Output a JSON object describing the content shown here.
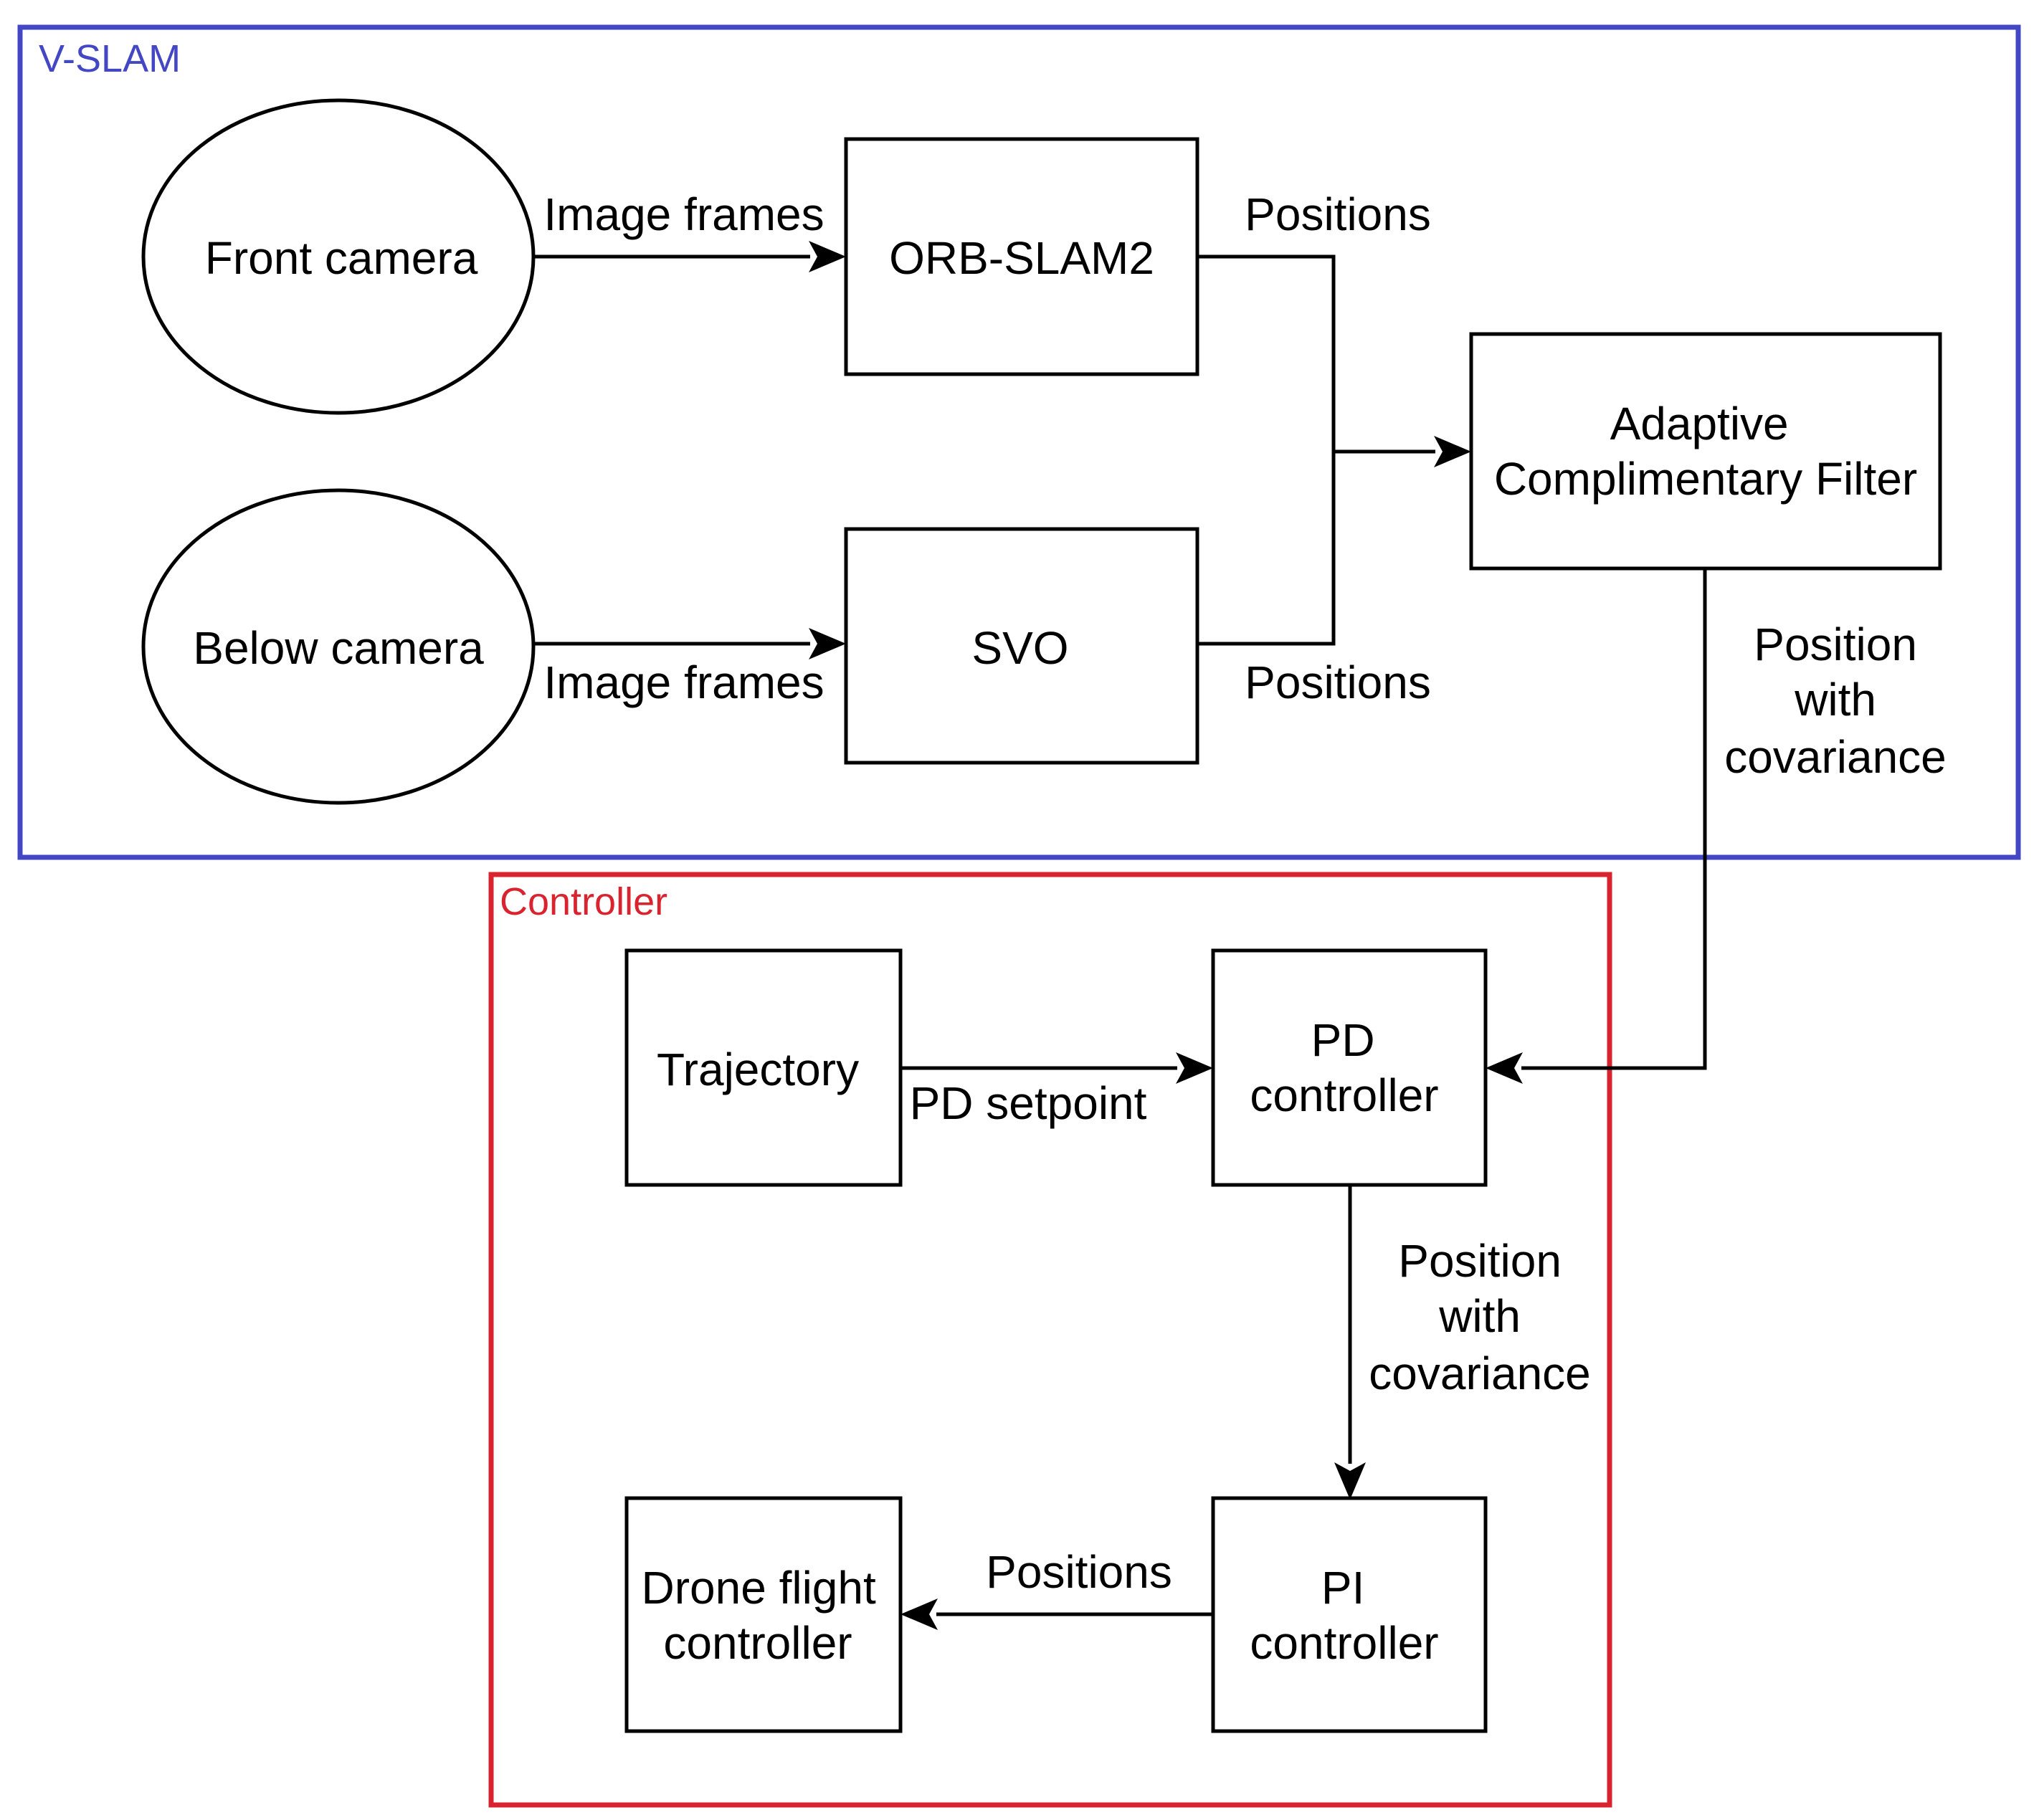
{
  "groups": {
    "vslam": {
      "label": "V-SLAM",
      "color": "#4347C4"
    },
    "controller": {
      "label": "Controller",
      "color": "#D9242F"
    }
  },
  "nodes": {
    "front_camera": {
      "label": "Front camera",
      "shape": "ellipse"
    },
    "below_camera": {
      "label": "Below camera",
      "shape": "ellipse"
    },
    "orb_slam2": {
      "label": "ORB-SLAM2",
      "shape": "rect"
    },
    "svo": {
      "label": "SVO",
      "shape": "rect"
    },
    "adaptive_filter": {
      "label": [
        "Adaptive",
        "Complimentary Filter"
      ],
      "shape": "rect"
    },
    "trajectory": {
      "label": "Trajectory",
      "shape": "rect"
    },
    "pd_controller": {
      "label": [
        "PD",
        "controller"
      ],
      "shape": "rect"
    },
    "pi_controller": {
      "label": [
        "PI",
        "controller"
      ],
      "shape": "rect"
    },
    "drone_flight_controller": {
      "label": [
        "Drone flight",
        "controller"
      ],
      "shape": "rect"
    }
  },
  "edges": {
    "front_to_orb": {
      "from": "Front camera",
      "to": "ORB-SLAM2",
      "label": "Image frames"
    },
    "below_to_svo": {
      "from": "Below camera",
      "to": "SVO",
      "label": "Image frames"
    },
    "orb_to_filter": {
      "from": "ORB-SLAM2",
      "to": "Adaptive Complimentary Filter",
      "label": "Positions"
    },
    "svo_to_filter": {
      "from": "SVO",
      "to": "Adaptive Complimentary Filter",
      "label": "Positions"
    },
    "filter_to_pd": {
      "from": "Adaptive Complimentary Filter",
      "to": "PD controller",
      "label": [
        "Position",
        "with",
        "covariance"
      ]
    },
    "traj_to_pd": {
      "from": "Trajectory",
      "to": "PD controller",
      "label": "PD setpoint"
    },
    "pd_to_pi": {
      "from": "PD controller",
      "to": "PI controller",
      "label": [
        "Position",
        "with",
        "covariance"
      ]
    },
    "pi_to_drone": {
      "from": "PI controller",
      "to": "Drone flight controller",
      "label": "Positions"
    }
  }
}
